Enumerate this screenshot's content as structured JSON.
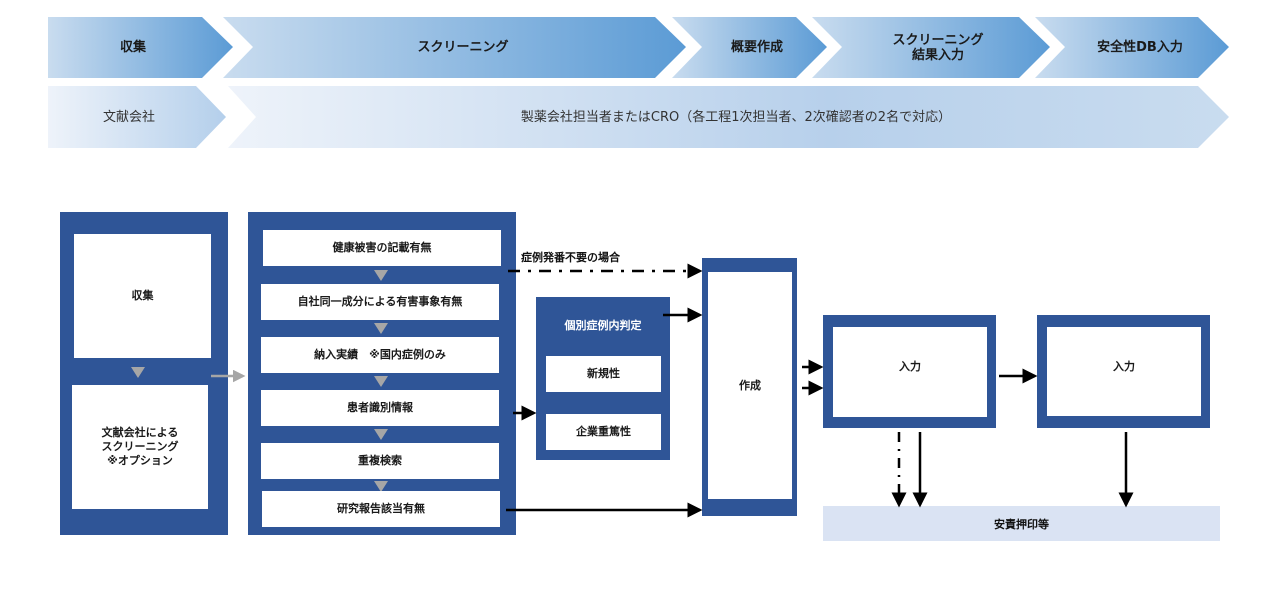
{
  "process_header": {
    "steps": [
      {
        "label": "収集"
      },
      {
        "label": "スクリーニング"
      },
      {
        "label": "概要作成"
      },
      {
        "label": "スクリーニング\n結果入力"
      },
      {
        "label": "安全性DB入力"
      }
    ],
    "owners": [
      {
        "label": "文献会社"
      },
      {
        "label": "製薬会社担当者またはCRO（各工程1次担当者、2次確認者の2名で対応）"
      }
    ]
  },
  "flow": {
    "collection_group": {
      "box1": "収集",
      "box2": "文献会社による\nスクリーニング\n※オプション"
    },
    "screening_group": {
      "items": [
        "健康被害の記載有無",
        "自社同一成分による有害事象有無",
        "納入実績　※国内症例のみ",
        "患者識別情報",
        "重複検索",
        "研究報告該当有無"
      ]
    },
    "skip_label": "症例発番不要の場合",
    "judgement_group": {
      "title": "個別症例内判定",
      "items": [
        "新規性",
        "企業重篤性"
      ]
    },
    "create_box": "作成",
    "input_box_1": "入力",
    "input_box_2": "入力",
    "approval_box": "安責押印等"
  },
  "colors": {
    "navy": "#2f5597",
    "chevron_dark": "#5b9bd5",
    "chevron_light": "#c9dcef",
    "approval_bg": "#dae3f3",
    "connector_gray": "#a6a6a6"
  }
}
